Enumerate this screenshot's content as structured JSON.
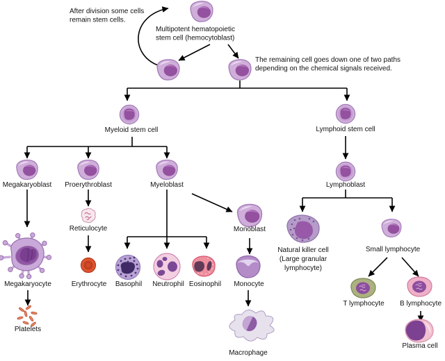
{
  "diagram": {
    "annotations": {
      "after_division_1": "After division some cells",
      "after_division_2": "remain stem cells.",
      "hemocytoblast_1": "Multipotent hematopoietic",
      "hemocytoblast_2": "stem cell (hemocytoblast)",
      "two_paths_1": "The remaining cell goes down one of two paths",
      "two_paths_2": "depending on the chemical signals received."
    },
    "labels": {
      "myeloid_stem_cell": "Myeloid stem cell",
      "lymphoid_stem_cell": "Lymphoid stem cell",
      "megakaryoblast": "Megakaryoblast",
      "proerythroblast": "Proerythroblast",
      "myeloblast": "Myeloblast",
      "lymphoblast": "Lymphoblast",
      "reticulocyte": "Reticulocyte",
      "monoblast": "Monoblast",
      "erythrocyte": "Erythrocyte",
      "basophil": "Basophil",
      "neutrophil": "Neutrophil",
      "eosinophil": "Eosinophil",
      "monocyte": "Monocyte",
      "megakaryocyte": "Megakaryocyte",
      "platelets": "Platelets",
      "macrophage": "Macrophage",
      "natural_killer_1": "Natural killer cell",
      "natural_killer_2": "(Large granular",
      "natural_killer_3": "lymphocyte)",
      "small_lymphocyte": "Small lymphocyte",
      "t_lymphocyte": "T lymphocyte",
      "b_lymphocyte": "B lymphocyte",
      "plasma_cell": "Plasma cell"
    },
    "colors": {
      "background": "#ffffff",
      "line": "#000000",
      "text": "#111111",
      "cell-body": "#cfaeda",
      "cell-edge": "#a379b6",
      "cell-mid": "#c39ed2",
      "cell-hi": "#ead9f0",
      "nucleus": "#94519f",
      "nucleus-hi": "#bb7fc7",
      "retic-body": "#f7e8ee",
      "retic-edge": "#d79cb4",
      "retic-line": "#c2628b",
      "ery-out": "#df5530",
      "ery-edge": "#b1391b",
      "ery-in": "#bf3e20",
      "ery-ctr": "#d14a26",
      "baso-body": "#b8a3d4",
      "baso-edge": "#9079b8",
      "baso-dot": "#503078",
      "baso-nuc": "#402a66",
      "neut-body": "#f3cfe1",
      "neut-edge": "#d287b5",
      "neut-nuc": "#7b4896",
      "eos-body": "#ee8e9e",
      "eos-edge": "#d5586f",
      "eos-nuc": "#613a58",
      "eos-dot": "#f6bcc5",
      "mono-body": "#b48cc8",
      "mono-edge": "#8f64a6",
      "mono-hi": "#e2d4ee",
      "macro-body": "#e7e1ed",
      "macro-edge": "#b3a2c5",
      "macro-nuc-l": "#c3a4d3",
      "macro-nuc-r": "#8d5ca4",
      "mega-body": "#c9a9d9",
      "mega-edge": "#9a6fae",
      "mega-nuc": "#9157a5",
      "mega-lobe": "#7a3f90",
      "mega-lobe-edge": "#632f77",
      "platelet": "#e58a66",
      "platelet-edge": "#bf5136",
      "nk-body": "#b59cc9",
      "nk-edge": "#8d72a8",
      "nk-nuc": "#9859a8",
      "nk-dot": "#7c5194",
      "t-body": "#abb180",
      "t-edge": "#7f8656",
      "b-body": "#efb0c8",
      "b-edge": "#d3799f",
      "lymph-nuc": "#8d4d9d",
      "lymph-sq": "#d9b4e2",
      "plasma-body": "#f2c0d0",
      "plasma-edge": "#d98fae",
      "plasma-nuc": "#7c4190",
      "plasma-hi": "#f9dde7"
    }
  }
}
